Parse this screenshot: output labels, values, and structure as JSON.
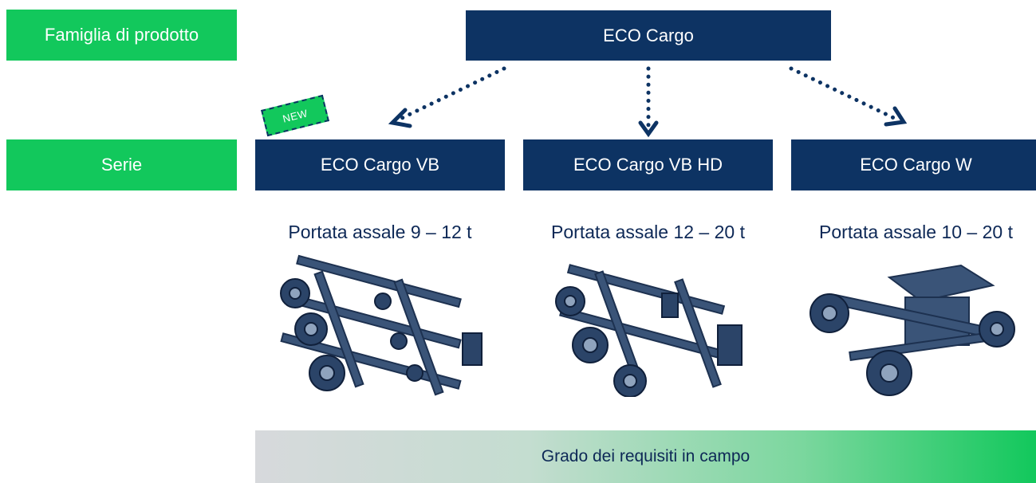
{
  "labels": {
    "family": "Famiglia di prodotto",
    "series": "Serie"
  },
  "root": "ECO Cargo",
  "series": [
    {
      "name": "ECO Cargo VB",
      "capacity": "Portata assale 9 – 12 t",
      "badge": "NEW"
    },
    {
      "name": "ECO Cargo VB HD",
      "capacity": "Portata assale 12 – 20 t"
    },
    {
      "name": "ECO Cargo W",
      "capacity": "Portata assale 10 – 20 t"
    }
  ],
  "gradient_bar": "Grado dei requisiti in campo",
  "colors": {
    "green": "#12c85c",
    "navy": "#0d3363",
    "text_dark": "#0d2856"
  }
}
